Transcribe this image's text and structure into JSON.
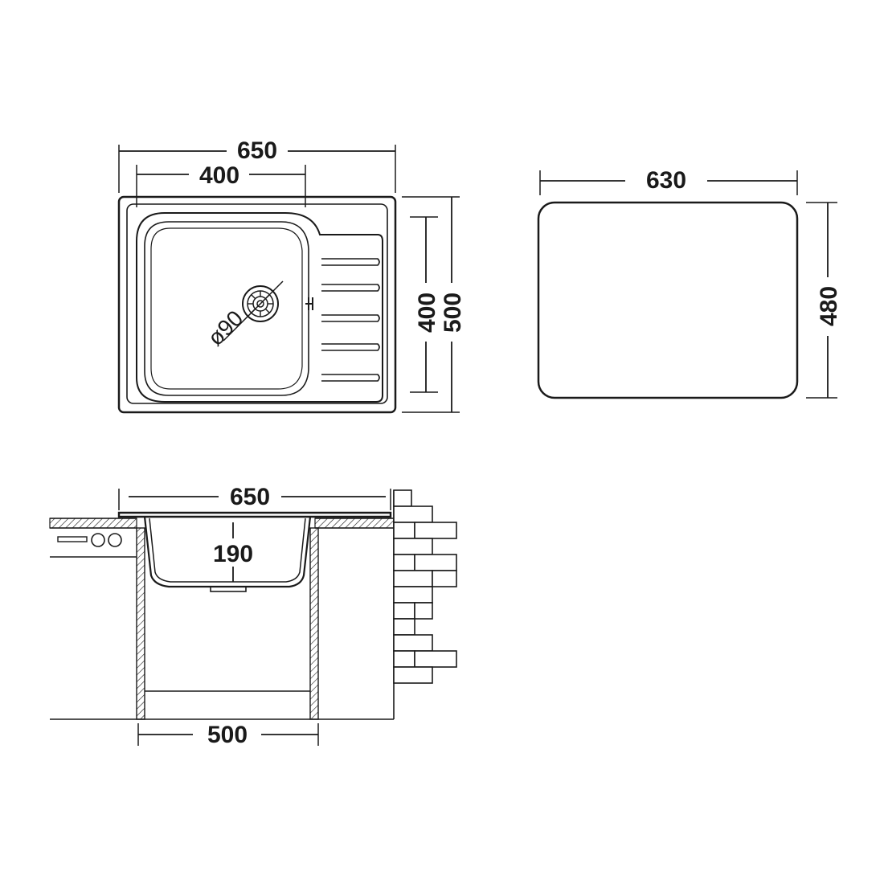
{
  "top_view": {
    "overall_width": "650",
    "bowl_width": "400",
    "bowl_depth": "400",
    "overall_depth": "500",
    "drain_diameter": "ø90"
  },
  "cutout": {
    "width": "630",
    "depth": "480"
  },
  "section": {
    "overall_width": "650",
    "bowl_depth": "190",
    "cabinet_width": "500"
  }
}
